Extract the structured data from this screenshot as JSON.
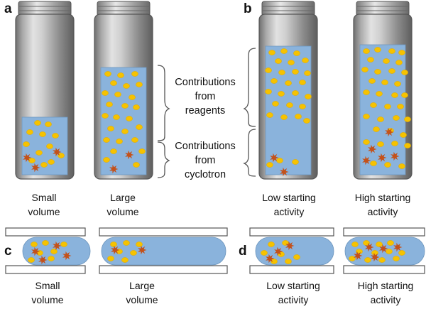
{
  "panels": {
    "a": "a",
    "b": "b",
    "c": "c",
    "d": "d"
  },
  "brackets": {
    "reagents": [
      "Contributions",
      "from",
      "reagents"
    ],
    "cyclotron": [
      "Contributions",
      "from",
      "cyclotron"
    ]
  },
  "vial_labels": [
    [
      "Small",
      "volume"
    ],
    [
      "Large",
      "volume"
    ],
    [
      "Low starting",
      "activity"
    ],
    [
      "High starting",
      "activity"
    ]
  ],
  "chip_labels": [
    [
      "Small",
      "volume"
    ],
    [
      "Large",
      "volume"
    ],
    [
      "Low starting",
      "activity"
    ],
    [
      "High starting",
      "activity"
    ]
  ],
  "colors": {
    "liquid": "#8ab3dc",
    "reagent_dot": "#f6c200",
    "cyclotron_splat": "#c4511a",
    "glass_light": "#e2e2e2",
    "glass_dark": "#6f6f6f"
  },
  "icons": {
    "reagent": "yellow-dot",
    "cyclotron": "orange-starburst",
    "vial": "glass-vial",
    "chip": "microfluidic-chip"
  }
}
